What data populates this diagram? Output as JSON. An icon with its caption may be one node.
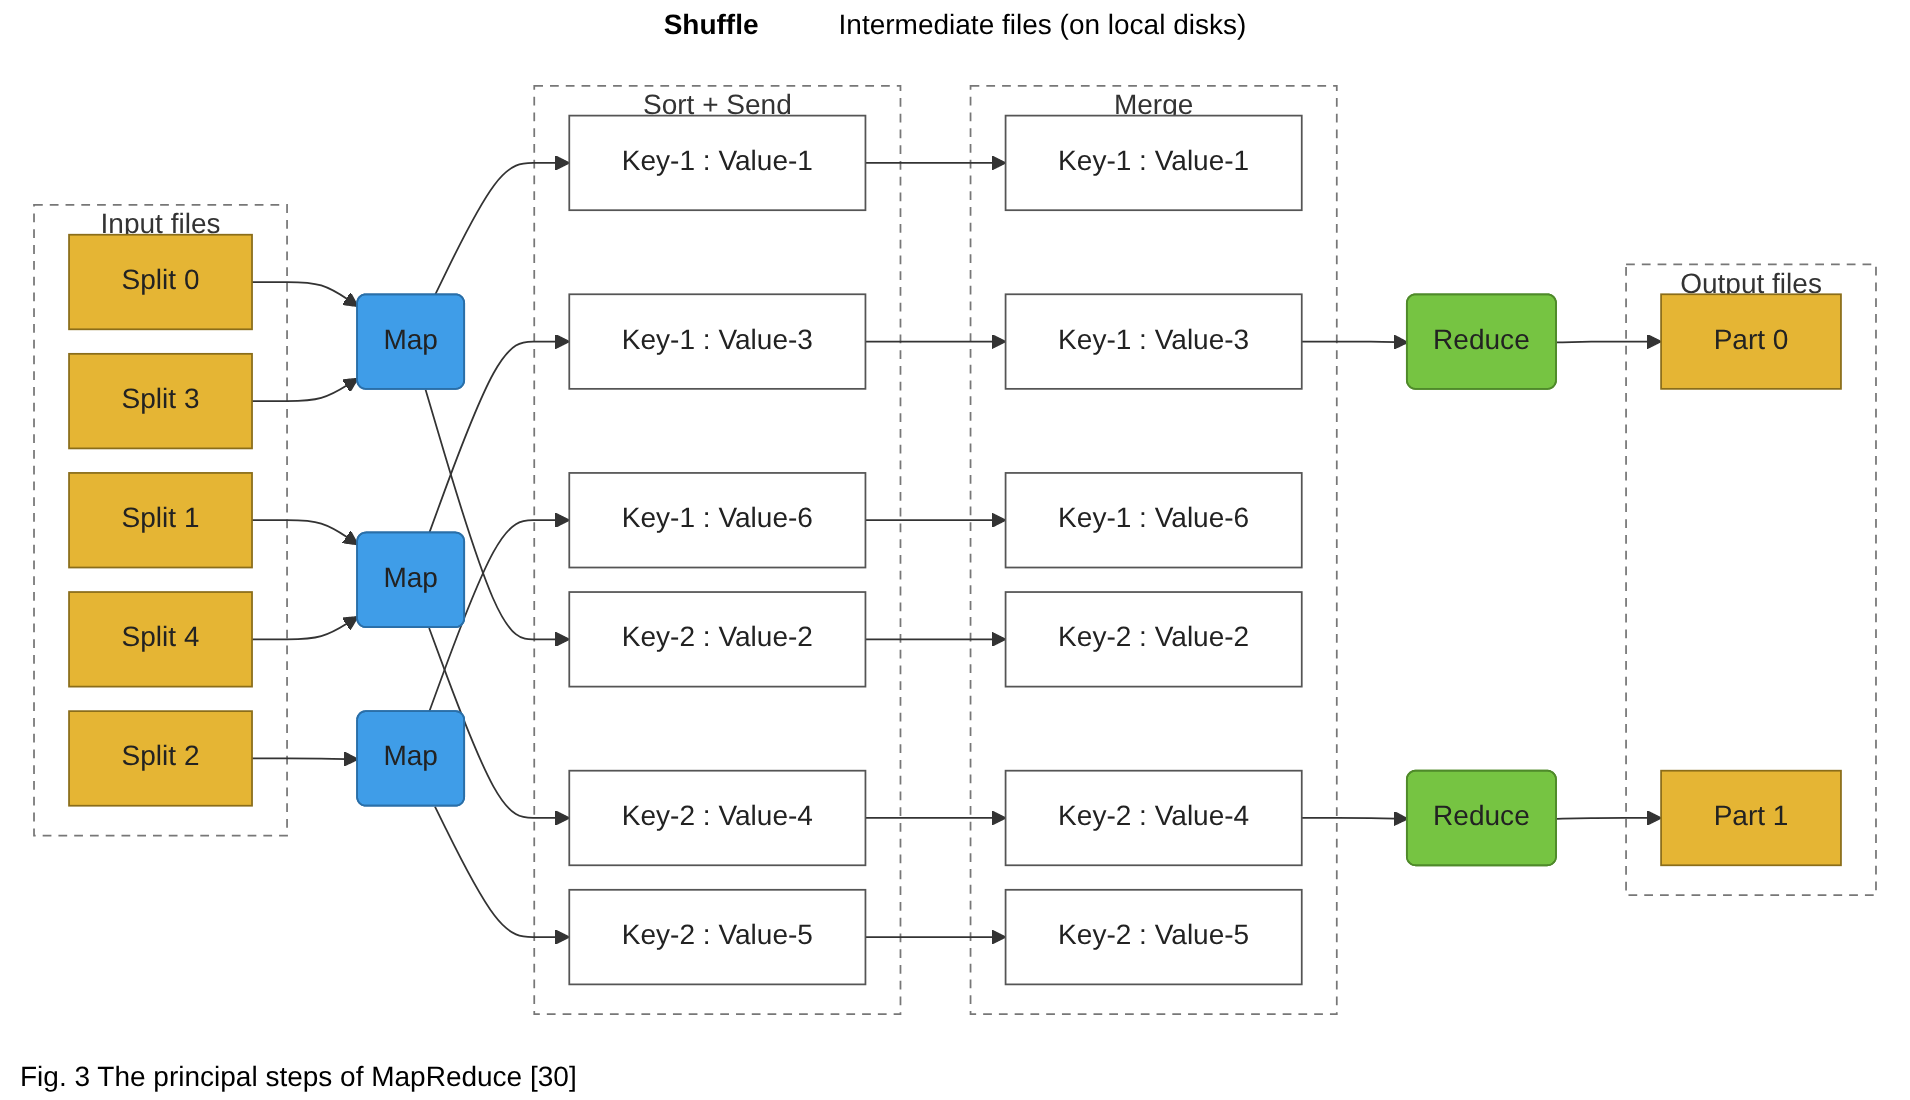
{
  "diagram": {
    "caption": "Fig. 3 The principal steps of MapReduce [30]",
    "nodes": [
      {
        "text": [
          "Input files"
        ]
      },
      {
        "text": [
          "Split 0"
        ],
        "in": 0
      },
      {
        "text": [
          "Split 1"
        ],
        "in": 0
      },
      {
        "text": [
          "Split 2"
        ],
        "in": 0
      },
      {
        "text": [
          "Split 3"
        ],
        "in": 0
      },
      {
        "text": [
          "Split 4"
        ],
        "in": 0
      },
      {
        "text": [
          "Map"
        ]
      },
      {
        "text": [
          "Map"
        ]
      },
      {
        "text": [
          "Map"
        ]
      },
      {
        "text": [
          "Sort + Send"
        ]
      },
      {
        "text": [
          "Key-1 : Value-1"
        ],
        "in": 9
      },
      {
        "text": [
          "Key-2 : Value-2"
        ],
        "in": 9
      },
      {
        "text": [
          "Key-1 : Value-3"
        ],
        "in": 9
      },
      {
        "text": [
          "Key-2 : Value-4"
        ],
        "in": 9
      },
      {
        "text": [
          "Key-2 : Value-5"
        ],
        "in": 9
      },
      {
        "text": [
          "Key-1 : Value-6"
        ],
        "in": 9
      },
      {
        "text": [
          "Merge"
        ]
      },
      {
        "text": [
          "Key-1 : Value-1"
        ],
        "in": 16
      },
      {
        "text": [
          "Key-1 : Value-3"
        ],
        "in": 16
      },
      {
        "text": [
          "Key-1 : Value-6"
        ],
        "in": 16
      },
      {
        "text": [
          "Key-2 : Value-2"
        ],
        "in": 16
      },
      {
        "text": [
          "Key-2 : Value-4"
        ],
        "in": 16
      },
      {
        "text": [
          "Key-2 : Value-5"
        ],
        "in": 16
      },
      {
        "text": [
          "Reduce"
        ]
      },
      {
        "text": [
          "Reduce"
        ]
      },
      {
        "text": [
          "Output files"
        ]
      },
      {
        "text": [
          "Part 0"
        ],
        "in": 25
      },
      {
        "text": [
          "Part 1"
        ],
        "in": 25
      }
    ],
    "edges": [
      {
        "from": 1,
        "to": 6,
        "arrow": "to"
      },
      {
        "from": 2,
        "to": 7,
        "arrow": "to"
      },
      {
        "from": 3,
        "to": 8,
        "arrow": "to"
      },
      {
        "from": 4,
        "to": 6,
        "arrow": "to"
      },
      {
        "from": 5,
        "to": 7,
        "arrow": "to"
      },
      {
        "from": 6,
        "to": 10,
        "arrow": "to"
      },
      {
        "from": 6,
        "to": 11,
        "arrow": "to"
      },
      {
        "from": 7,
        "to": 12,
        "arrow": "to"
      },
      {
        "from": 7,
        "to": 13,
        "arrow": "to"
      },
      {
        "from": 8,
        "to": 14,
        "arrow": "to"
      },
      {
        "from": 8,
        "to": 15,
        "arrow": "to"
      },
      {
        "from": 10,
        "to": 17,
        "arrow": "to"
      },
      {
        "from": 11,
        "to": 20,
        "arrow": "to"
      },
      {
        "from": 12,
        "to": 18,
        "arrow": "to"
      },
      {
        "from": 13,
        "to": 21,
        "arrow": "to"
      },
      {
        "from": 14,
        "to": 22,
        "arrow": "to"
      },
      {
        "from": 15,
        "to": 19,
        "arrow": "to"
      },
      {
        "from": 18,
        "to": 23,
        "arrow": "to"
      },
      {
        "from": 21,
        "to": 24,
        "arrow": "to"
      },
      {
        "from": 23,
        "to": 26,
        "arrow": "to"
      },
      {
        "from": 24,
        "to": 27,
        "arrow": "to"
      }
    ],
    "labels": [
      "Shuffle",
      "Intermediate files (on local disks)"
    ]
  }
}
